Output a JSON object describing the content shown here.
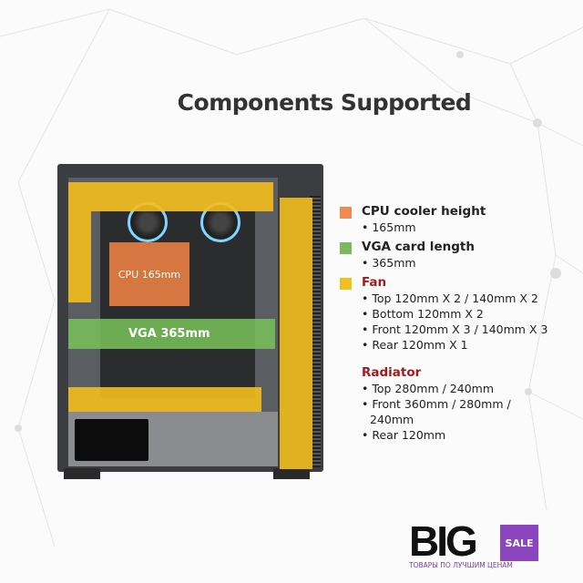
{
  "title": "Components Supported",
  "overlay": {
    "cpu": "CPU  165mm",
    "vga": "VGA 365mm"
  },
  "specs": {
    "cpu": {
      "heading": "CPU cooler height",
      "items": [
        "• 165mm"
      ],
      "color": "#ee8a52"
    },
    "vga": {
      "heading": "VGA card length",
      "items": [
        "• 365mm"
      ],
      "color": "#7cb860"
    },
    "fan": {
      "heading": "Fan",
      "items": [
        "• Top 120mm X 2 / 140mm X 2",
        "• Bottom 120mm X 2",
        "• Front 120mm X 3 / 140mm X 3",
        "• Rear 120mm X 1"
      ],
      "color": "#f4be1e"
    },
    "radiator": {
      "heading": "Radiator",
      "items": [
        "• Top  280mm / 240mm",
        "• Front 360mm / 280mm / 240mm",
        "• Rear 120mm"
      ]
    }
  },
  "logo": {
    "big": "BIG",
    "sale": "SALE",
    "tagline": "ТОВАРЫ ПО ЛУЧШИМ ЦЕНАМ"
  }
}
